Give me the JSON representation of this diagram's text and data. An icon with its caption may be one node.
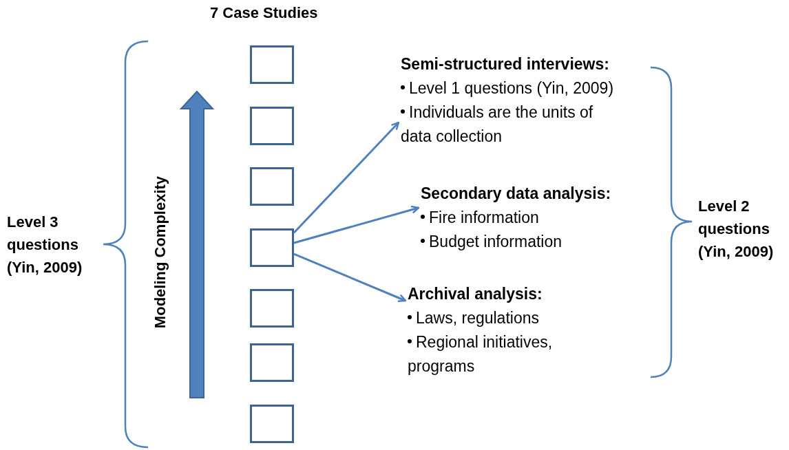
{
  "diagram": {
    "title": "7 Case Studies",
    "nodes": [
      {
        "text": [],
        "shape": "box"
      },
      {
        "text": [],
        "shape": "box"
      },
      {
        "text": [],
        "shape": "box"
      },
      {
        "text": [],
        "shape": "box"
      },
      {
        "text": [],
        "shape": "box"
      },
      {
        "text": [],
        "shape": "box"
      },
      {
        "text": [],
        "shape": "box"
      },
      {
        "text": [
          "Semi-structured interviews:",
          "Level 1 questions (Yin, 2009)",
          "Individuals are the units of data collection"
        ]
      },
      {
        "text": [
          "Secondary data analysis:",
          "Fire information",
          "Budget information"
        ]
      },
      {
        "text": [
          "Archival analysis:",
          "Laws, regulations",
          "Regional initiatives, programs"
        ]
      }
    ],
    "edges": [
      {
        "from": 3,
        "to": 7,
        "arrow": "to"
      },
      {
        "from": 3,
        "to": 8,
        "arrow": "to"
      },
      {
        "from": 3,
        "to": 9,
        "arrow": "to"
      }
    ],
    "labels": [
      "Level 3 questions (Yin, 2009)",
      "Modeling Complexity",
      "Level 2 questions (Yin, 2009)"
    ]
  }
}
